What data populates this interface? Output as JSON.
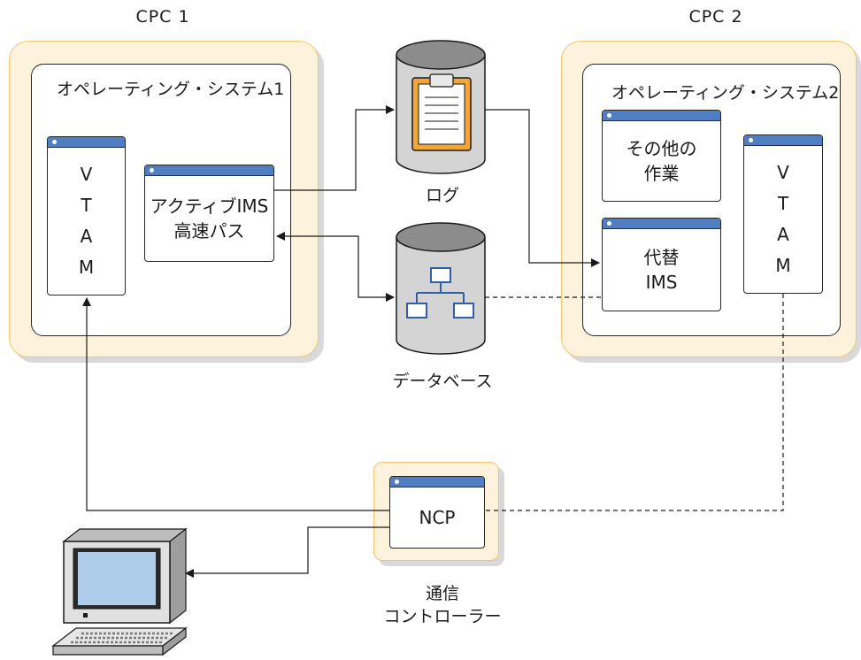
{
  "cpc1": {
    "label": "CPC 1",
    "os_title": "オペレーティング・システム1",
    "vtam_letters": [
      "V",
      "T",
      "A",
      "M"
    ],
    "ims_line1": "アクティブIMS",
    "ims_line2": "高速パス"
  },
  "cpc2": {
    "label": "CPC 2",
    "os_title": "オペレーティング・システム2",
    "other_line1": "その他の",
    "other_line2": "作業",
    "alt_line1": "代替",
    "alt_line2": "IMS",
    "vtam_letters": [
      "V",
      "T",
      "A",
      "M"
    ]
  },
  "log": {
    "label": "ログ"
  },
  "database": {
    "label": "データベース"
  },
  "controller": {
    "ncp_label": "NCP",
    "label_line1": "通信",
    "label_line2": "コントローラー"
  },
  "colors": {
    "frame_fill": "#fdf2dc",
    "frame_border": "#f1c66b",
    "title_bar": "#4f7fc2",
    "db_fill": "#d4d4d4"
  }
}
